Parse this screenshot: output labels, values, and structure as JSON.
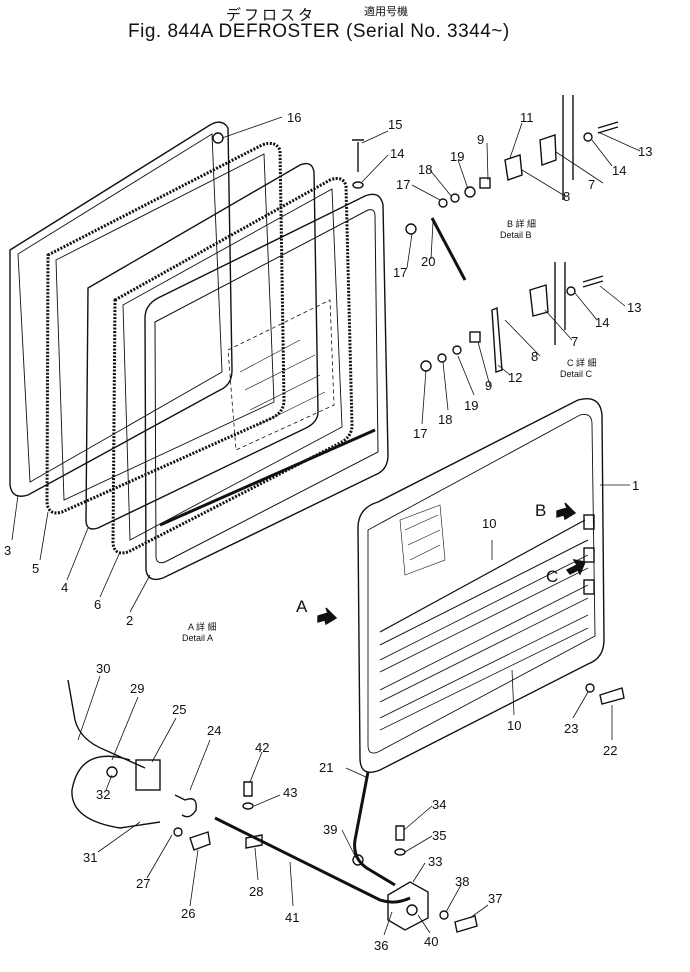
{
  "title": {
    "japanese": "デフロスタ",
    "japanese_note": "適用号機",
    "english": "Fig. 844A DEFROSTER (Serial No. 3344~)"
  },
  "details": {
    "a": {
      "jp": "A 詳 細",
      "en": "Detail A"
    },
    "b": {
      "jp": "B 詳 細",
      "en": "Detail B"
    },
    "c": {
      "jp": "C 詳 細",
      "en": "Detail C"
    }
  },
  "view_letters": {
    "a": "A",
    "b": "B",
    "c": "C"
  },
  "callouts": {
    "n1": "1",
    "n2": "2",
    "n3": "3",
    "n4": "4",
    "n5": "5",
    "n6": "6",
    "n7a": "7",
    "n7b": "7",
    "n8a": "8",
    "n8b": "8",
    "n9a": "9",
    "n9b": "9",
    "n10a": "10",
    "n10b": "10",
    "n11": "11",
    "n12": "12",
    "n13a": "13",
    "n13b": "13",
    "n14a": "14",
    "n14b": "14",
    "n14c": "14",
    "n15": "15",
    "n16": "16",
    "n17a": "17",
    "n17b": "17",
    "n17c": "17",
    "n18a": "18",
    "n18b": "18",
    "n19a": "19",
    "n19b": "19",
    "n20": "20",
    "n21": "21",
    "n22": "22",
    "n23": "23",
    "n24": "24",
    "n25": "25",
    "n26": "26",
    "n27": "27",
    "n28": "28",
    "n29": "29",
    "n30": "30",
    "n31": "31",
    "n32": "32",
    "n33": "33",
    "n34": "34",
    "n35": "35",
    "n36": "36",
    "n37": "37",
    "n38": "38",
    "n39": "39",
    "n40": "40",
    "n41": "41",
    "n42": "42",
    "n43": "43"
  },
  "colors": {
    "ink": "#111111",
    "paper": "#ffffff"
  }
}
